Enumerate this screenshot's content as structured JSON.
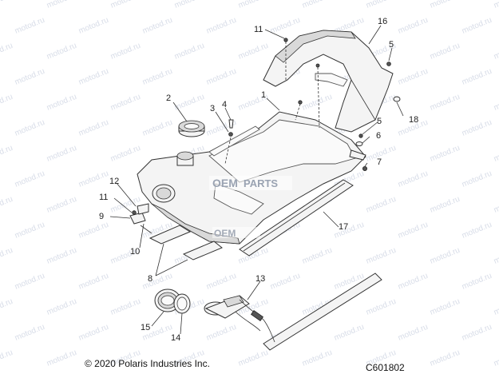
{
  "watermark": "motod.ru",
  "overlay_logo": "OEM",
  "overlay_logo_small": "PARTS",
  "copyright": "© 2020 Polaris Industries Inc.",
  "diagram_code": "C601802",
  "callouts": {
    "c1": "1",
    "c2": "2",
    "c3": "3",
    "c4": "4",
    "c5a": "5",
    "c5b": "5",
    "c6": "6",
    "c7": "7",
    "c8": "8",
    "c9": "9",
    "c10": "10",
    "c11a": "11",
    "c11b": "11",
    "c12": "12",
    "c13": "13",
    "c14": "14",
    "c15": "15",
    "c16": "16",
    "c17": "17",
    "c18": "18"
  }
}
